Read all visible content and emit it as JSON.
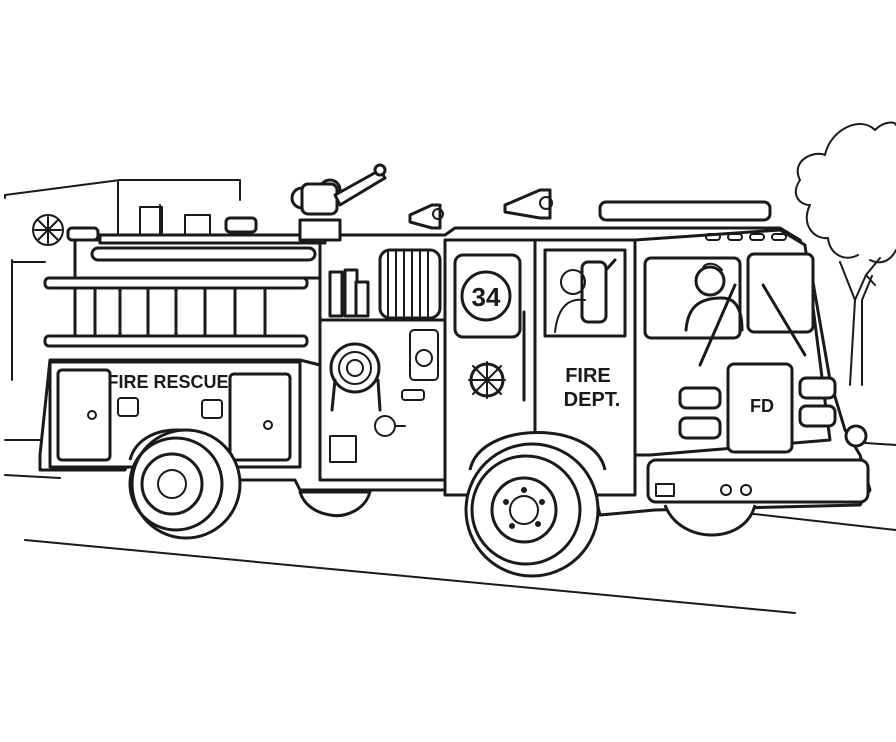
{
  "truck": {
    "side_compartment_label": "FIRE RESCUE",
    "door_label_line1": "FIRE",
    "door_label_line2": "DEPT.",
    "unit_number": "34",
    "grille_badge": "FD"
  },
  "style": {
    "line_color": "#1a1a1a",
    "background": "#ffffff"
  }
}
